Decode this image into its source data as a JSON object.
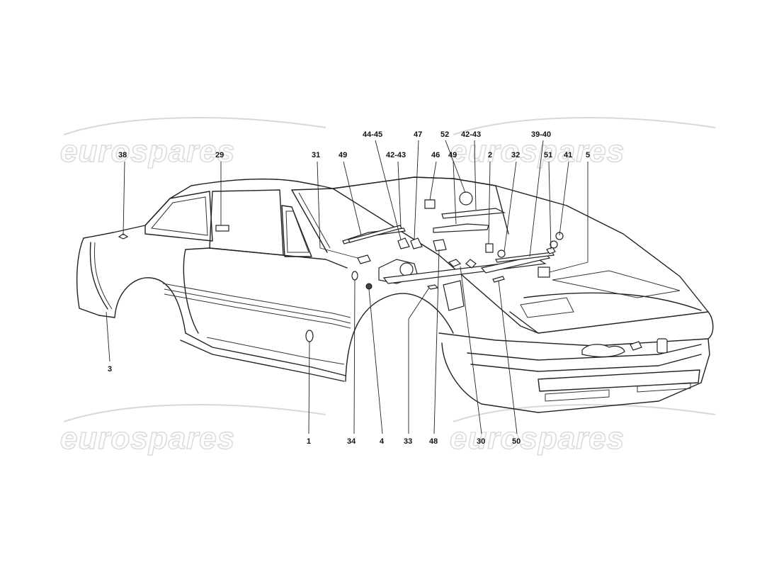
{
  "watermark": {
    "brand": "eurospares"
  },
  "callouts": {
    "c38": "38",
    "c29": "29",
    "c31": "31",
    "c49a": "49",
    "c44_45": "44-45",
    "c42_43a": "42-43",
    "c47": "47",
    "c46": "46",
    "c52": "52",
    "c42_43b": "42-43",
    "c49b": "49",
    "c2": "2",
    "c32": "32",
    "c39_40": "39-40",
    "c51": "51",
    "c41": "41",
    "c5": "5",
    "c3": "3",
    "c1": "1",
    "c34": "34",
    "c4": "4",
    "c33": "33",
    "c48": "48",
    "c30": "30",
    "c50": "50"
  }
}
